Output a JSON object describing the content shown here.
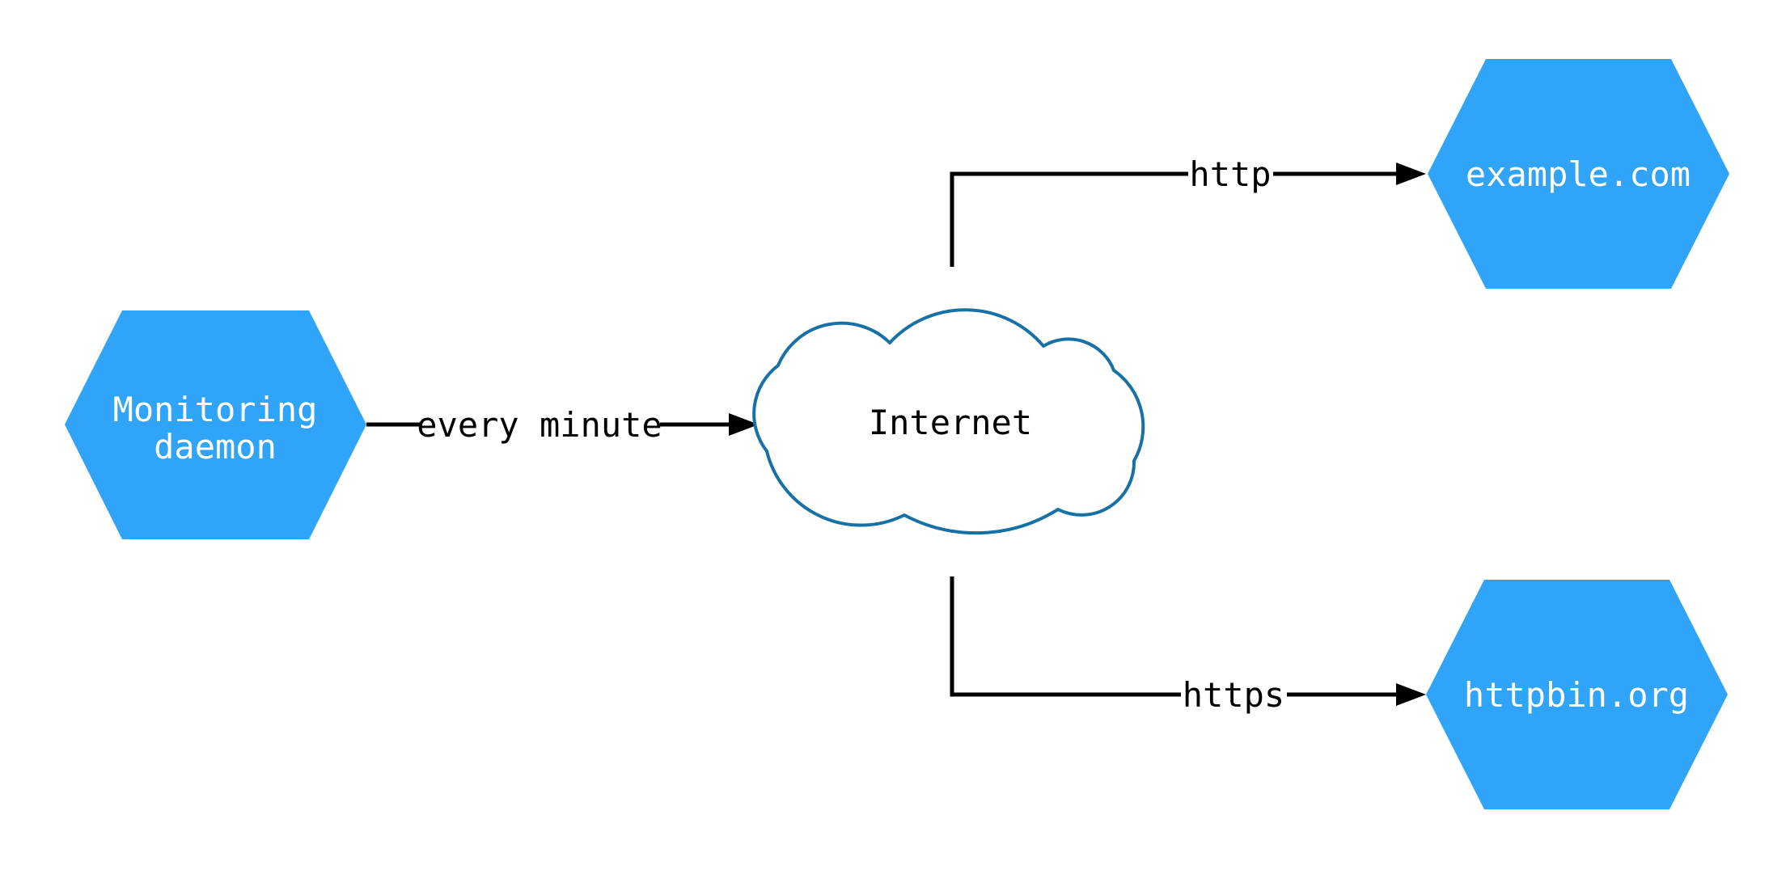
{
  "diagram": {
    "type": "network-monitoring-diagram",
    "background": "#ffffff",
    "colors": {
      "node_fill": "#2FA4F8",
      "node_text": "#ffffff",
      "cloud_stroke": "#1771A6",
      "cloud_fill": "#ffffff",
      "edge_color": "#000000",
      "edge_text": "#000000"
    },
    "nodes": [
      {
        "id": "monitoring-daemon",
        "shape": "hexagon",
        "label": "Monitoring daemon",
        "label_line1": "Monitoring",
        "label_line2": "daemon"
      },
      {
        "id": "internet",
        "shape": "cloud",
        "label": "Internet"
      },
      {
        "id": "example-com",
        "shape": "hexagon",
        "label": "example.com"
      },
      {
        "id": "httpbin-org",
        "shape": "hexagon",
        "label": "httpbin.org"
      }
    ],
    "edges": [
      {
        "from": "monitoring-daemon",
        "to": "internet",
        "label": "every minute"
      },
      {
        "from": "internet",
        "to": "example-com",
        "label": "http"
      },
      {
        "from": "internet",
        "to": "httpbin-org",
        "label": "https"
      }
    ]
  }
}
